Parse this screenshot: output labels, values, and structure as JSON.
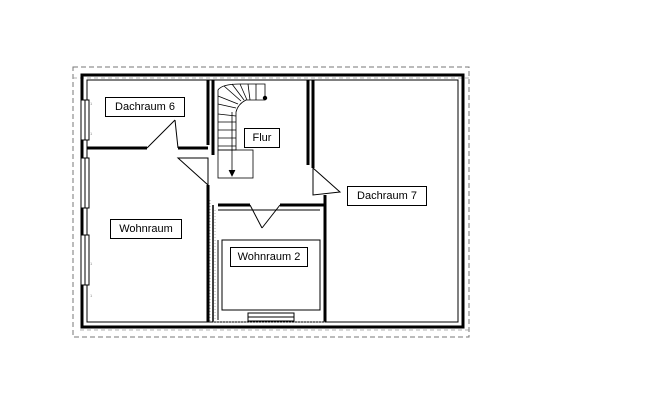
{
  "plan": {
    "rooms": [
      {
        "id": "dachraum6",
        "label": "Dachraum 6"
      },
      {
        "id": "flur",
        "label": "Flur"
      },
      {
        "id": "dachraum7",
        "label": "Dachraum 7"
      },
      {
        "id": "wohnraum",
        "label": "Wohnraum"
      },
      {
        "id": "wohnraum2",
        "label": "Wohnraum 2"
      }
    ]
  }
}
